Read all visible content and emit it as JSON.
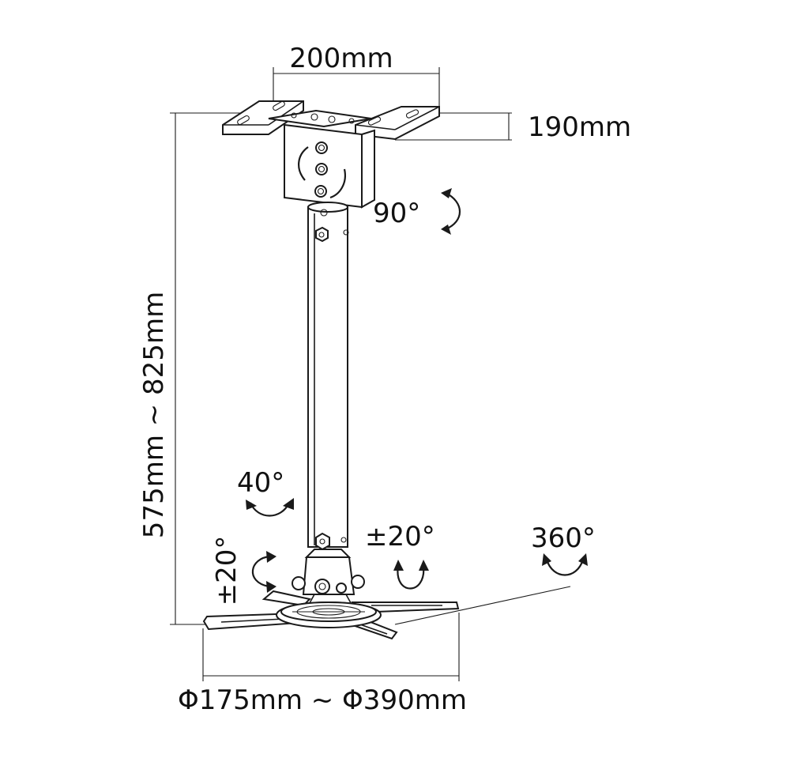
{
  "dimensions": {
    "plate_width": "200mm",
    "plate_depth": "190mm",
    "height_range": "575mm ~ 825mm",
    "arm_span": "Φ175mm ~ Φ390mm"
  },
  "rotations": {
    "top_swivel": "90°",
    "tilt": "40°",
    "side_tilt": "±20°",
    "side_roll": "±20°",
    "base_rotation": "360°"
  }
}
